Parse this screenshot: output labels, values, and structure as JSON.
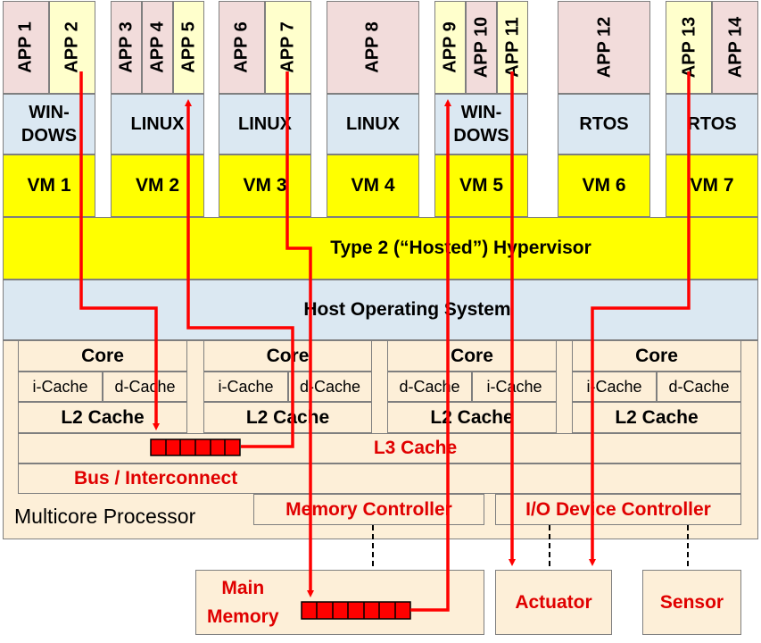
{
  "vm_columns": [
    {
      "apps": [
        {
          "label": "APP 1",
          "highlight": false
        },
        {
          "label": "APP 2",
          "highlight": true
        }
      ],
      "os": "WIN-\nDOWS",
      "vm": "VM 1"
    },
    {
      "apps": [
        {
          "label": "APP 3",
          "highlight": false
        },
        {
          "label": "APP 4",
          "highlight": false
        },
        {
          "label": "APP 5",
          "highlight": true
        }
      ],
      "os": "LINUX",
      "vm": "VM 2"
    },
    {
      "apps": [
        {
          "label": "APP 6",
          "highlight": false
        },
        {
          "label": "APP 7",
          "highlight": true
        }
      ],
      "os": "LINUX",
      "vm": "VM 3"
    },
    {
      "apps": [
        {
          "label": "APP 8",
          "highlight": false
        }
      ],
      "os": "LINUX",
      "vm": "VM 4"
    },
    {
      "apps": [
        {
          "label": "APP 9",
          "highlight": true
        },
        {
          "label": "APP 10",
          "highlight": false
        },
        {
          "label": "APP 11",
          "highlight": true
        }
      ],
      "os": "WIN-\nDOWS",
      "vm": "VM 5"
    },
    {
      "apps": [
        {
          "label": "APP 12",
          "highlight": false
        }
      ],
      "os": "RTOS",
      "vm": "VM 6"
    },
    {
      "apps": [
        {
          "label": "APP 13",
          "highlight": true
        },
        {
          "label": "APP 14",
          "highlight": false
        }
      ],
      "os": "RTOS",
      "vm": "VM 7"
    }
  ],
  "hypervisor_label": "Type 2 (“Hosted”) Hypervisor",
  "host_os_label": "Host Operating System",
  "cores": [
    {
      "core": "Core",
      "caches": [
        "i-Cache",
        "d-Cache"
      ],
      "l2": "L2 Cache"
    },
    {
      "core": "Core",
      "caches": [
        "i-Cache",
        "d-Cache"
      ],
      "l2": "L2 Cache"
    },
    {
      "core": "Core",
      "caches": [
        "d-Cache",
        "i-Cache"
      ],
      "l2": "L2 Cache"
    },
    {
      "core": "Core",
      "caches": [
        "i-Cache",
        "d-Cache"
      ],
      "l2": "L2 Cache"
    }
  ],
  "l3_label": "L3 Cache",
  "bus_label": "Bus / Interconnect",
  "processor_label": "Multicore Processor",
  "memory_controller_label": "Memory Controller",
  "io_controller_label": "I/O Device Controller",
  "main_memory_label": "Main\nMemory",
  "actuator_label": "Actuator",
  "sensor_label": "Sensor",
  "colors": {
    "app": "#f2dcdb",
    "app_highlight": "#ffffcc",
    "os": "#dbe8f2",
    "vm": "#ffff00",
    "processor": "#fdefd8",
    "flow": "#ff0000",
    "cell": "#e00000"
  }
}
